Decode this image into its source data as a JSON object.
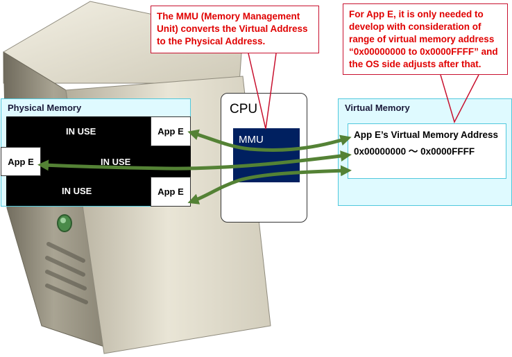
{
  "callouts": {
    "mmu": "The MMU (Memory Management Unit) converts the Virtual Address to the Physical Address.",
    "appE": [
      "For App E, it is only needed to",
      "develop with consideration of",
      "range of virtual memory address",
      "“0x00000000  to 0x0000FFFF”  and",
      "the OS side adjusts after that."
    ]
  },
  "physical": {
    "title": "Physical Memory",
    "inuse1": "IN USE",
    "inuse2": "IN USE",
    "inuse3": "IN USE",
    "appTop": "App E",
    "appMid": "App E",
    "appBot": "App E"
  },
  "cpu": {
    "label": "CPU",
    "mmu": "MMU"
  },
  "virtual": {
    "title": "Virtual Memory",
    "line1": "App E’s Virtual Memory Address",
    "line2": "0x00000000 〜 0x0000FFFF"
  },
  "colors": {
    "arrow": "#548235",
    "calloutText": "#e00000",
    "panelFill": "#dffaff",
    "mmuFill": "#002060"
  }
}
